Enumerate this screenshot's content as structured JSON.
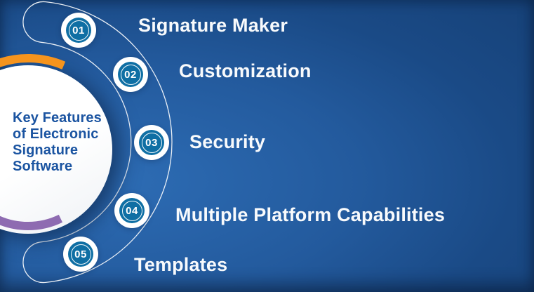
{
  "title": "Key Features of Electronic Signature Software",
  "features": [
    {
      "number": "01",
      "label": "Signature Maker"
    },
    {
      "number": "02",
      "label": "Customization"
    },
    {
      "number": "03",
      "label": "Security"
    },
    {
      "number": "04",
      "label": "Multiple Platform Capabilities"
    },
    {
      "number": "05",
      "label": "Templates"
    }
  ],
  "colors": {
    "background_dark": "#163E72",
    "background_light": "#2D6CB4",
    "accent_orange": "#F6941D",
    "accent_purple": "#8E6BB1",
    "badge_blue": "#0F6FA4",
    "title_blue": "#1B54A1",
    "band_stroke": "rgba(255,255,255,0.9)"
  }
}
